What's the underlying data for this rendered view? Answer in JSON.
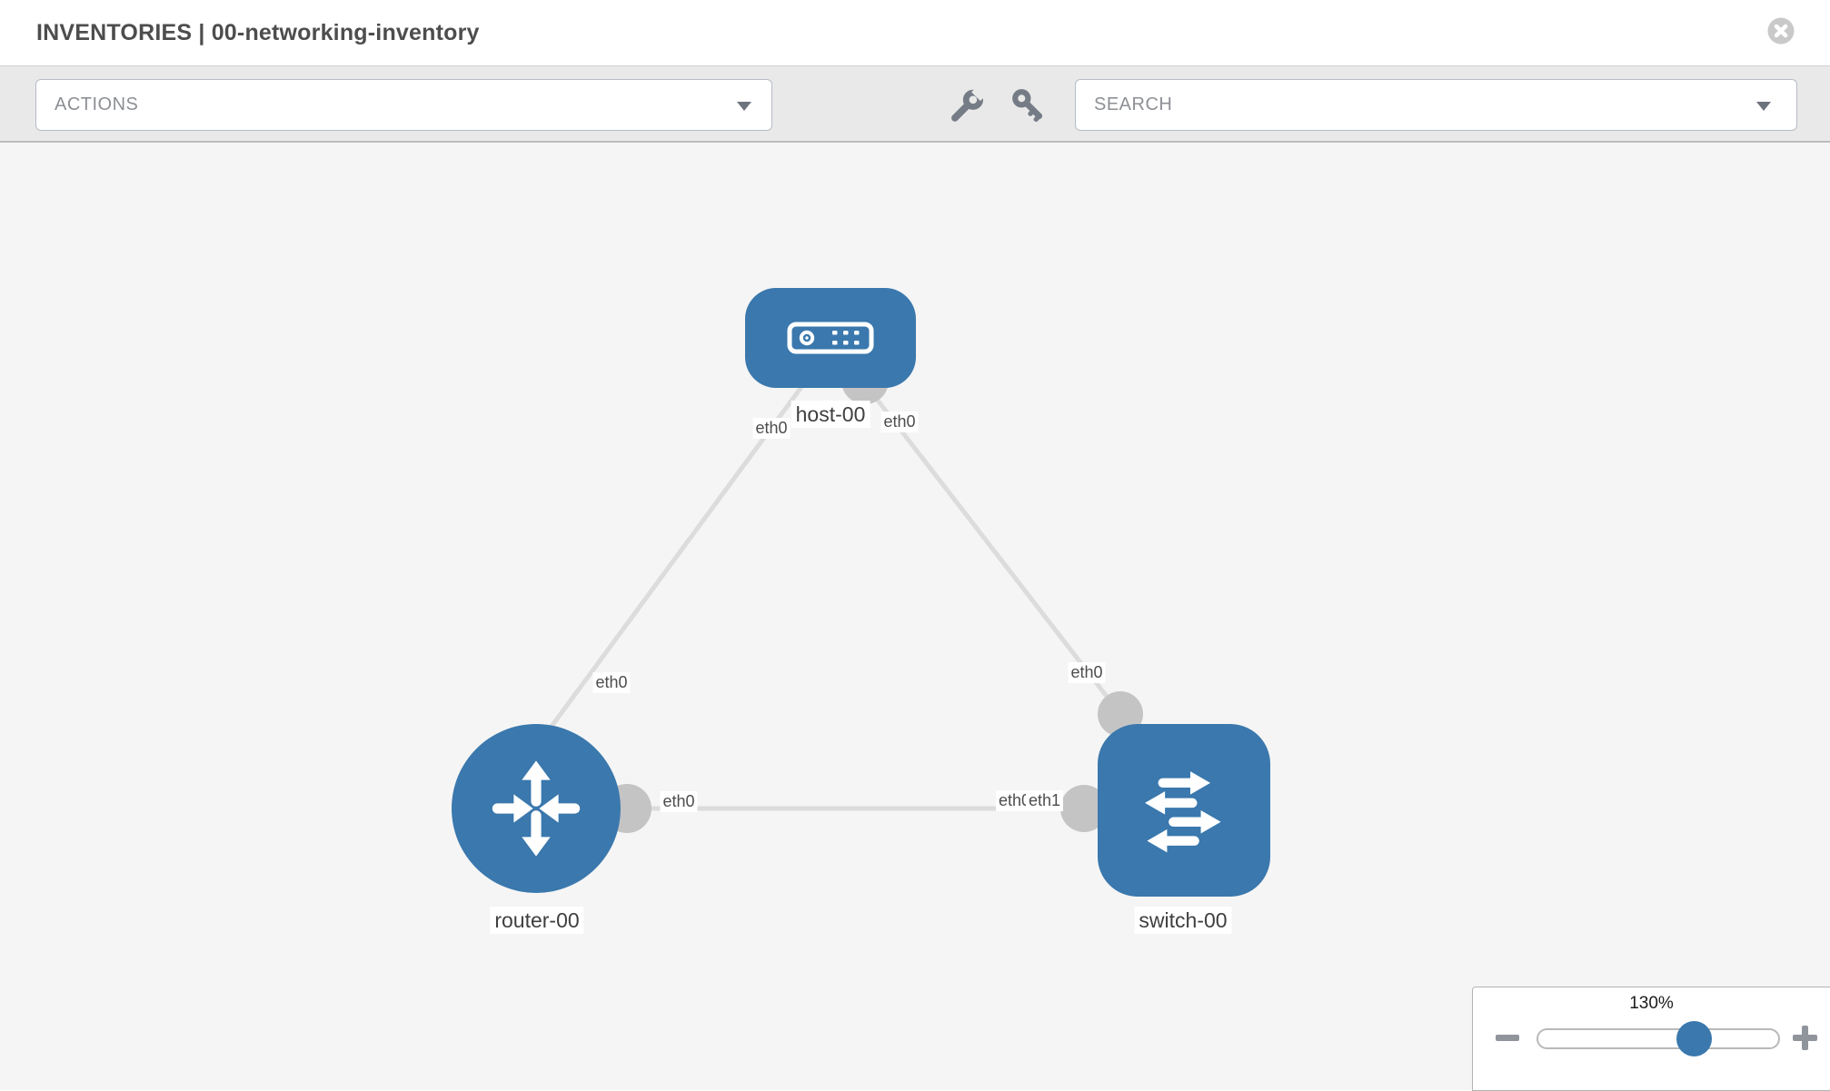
{
  "header": {
    "title": "INVENTORIES | 00-networking-inventory"
  },
  "toolbar": {
    "actions": {
      "label": "ACTIONS"
    },
    "search": {
      "placeholder": "SEARCH"
    },
    "icons": [
      "wrench-icon",
      "key-icon"
    ]
  },
  "diagram": {
    "nodes": [
      {
        "label": "host-00",
        "type": "host"
      },
      {
        "label": "router-00",
        "type": "router"
      },
      {
        "label": "switch-00",
        "type": "switch"
      }
    ],
    "interfaces": {
      "host_left": "eth0",
      "host_right": "eth0",
      "router_top": "eth0",
      "switch_top": "eth0",
      "link_router_end": "eth0",
      "link_switch_end_back": "eth0",
      "link_switch_end_front": "eth1"
    },
    "links": [
      {
        "from": "host-00",
        "to": "router-00",
        "from_if": "eth0",
        "to_if": "eth0"
      },
      {
        "from": "host-00",
        "to": "switch-00",
        "from_if": "eth0",
        "to_if": "eth0"
      },
      {
        "from": "router-00",
        "to": "switch-00",
        "from_if": "eth0",
        "to_if": "eth1"
      }
    ]
  },
  "zoom_control": {
    "level": "130%"
  },
  "colors": {
    "node_blue": "#3a78ad",
    "link_gray": "#dcdcdc",
    "connector_gray": "#c4c4c4",
    "canvas_bg": "#f5f5f5",
    "toolbar_bg": "#e9e9e9"
  }
}
